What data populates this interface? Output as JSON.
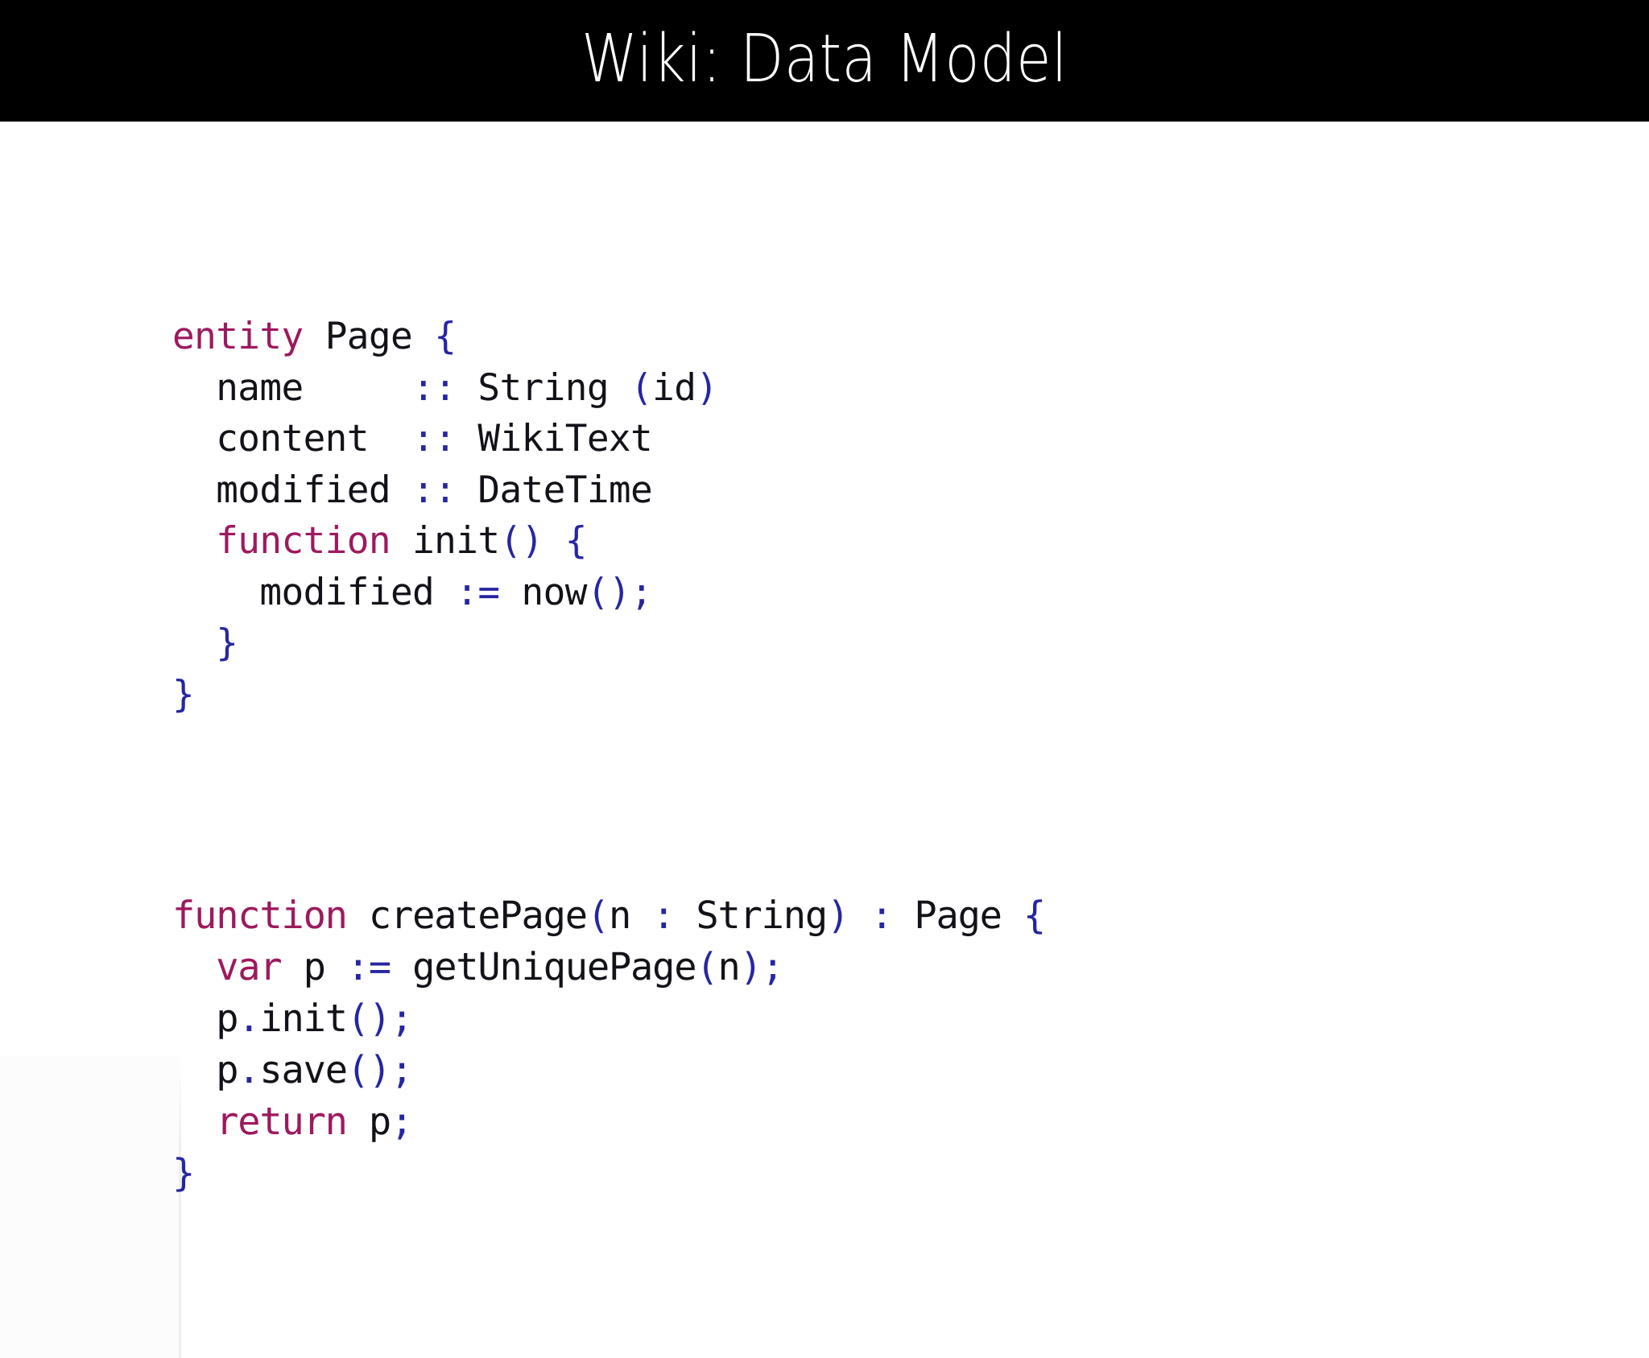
{
  "slide": {
    "title": "Wiki: Data Model",
    "background_color": "#ffffff",
    "title_bar_color": "#000000",
    "title_text_color": "#ffffff"
  },
  "colors": {
    "keyword": "#9d1a5e",
    "identifier": "#121219",
    "punctuation": "#2626a3"
  },
  "code": {
    "entity_block": {
      "lines": [
        {
          "tokens": [
            {
              "t": "entity",
              "c": "kw"
            },
            {
              "t": " ",
              "c": "id"
            },
            {
              "t": "Page",
              "c": "id"
            },
            {
              "t": " ",
              "c": "id"
            },
            {
              "t": "{",
              "c": "punc"
            }
          ]
        },
        {
          "tokens": [
            {
              "t": "  name     ",
              "c": "id"
            },
            {
              "t": "::",
              "c": "punc"
            },
            {
              "t": " String ",
              "c": "id"
            },
            {
              "t": "(",
              "c": "punc"
            },
            {
              "t": "id",
              "c": "id"
            },
            {
              "t": ")",
              "c": "punc"
            }
          ]
        },
        {
          "tokens": [
            {
              "t": "  content  ",
              "c": "id"
            },
            {
              "t": "::",
              "c": "punc"
            },
            {
              "t": " WikiText",
              "c": "id"
            }
          ]
        },
        {
          "tokens": [
            {
              "t": "  modified ",
              "c": "id"
            },
            {
              "t": "::",
              "c": "punc"
            },
            {
              "t": " DateTime",
              "c": "id"
            }
          ]
        },
        {
          "tokens": [
            {
              "t": "  ",
              "c": "id"
            },
            {
              "t": "function",
              "c": "kw"
            },
            {
              "t": " init",
              "c": "id"
            },
            {
              "t": "()",
              "c": "punc"
            },
            {
              "t": " ",
              "c": "id"
            },
            {
              "t": "{",
              "c": "punc"
            }
          ]
        },
        {
          "tokens": [
            {
              "t": "    modified ",
              "c": "id"
            },
            {
              "t": ":=",
              "c": "punc"
            },
            {
              "t": " now",
              "c": "id"
            },
            {
              "t": "();",
              "c": "punc"
            }
          ]
        },
        {
          "tokens": [
            {
              "t": "  ",
              "c": "id"
            },
            {
              "t": "}",
              "c": "punc"
            }
          ]
        },
        {
          "tokens": [
            {
              "t": "}",
              "c": "punc"
            }
          ]
        }
      ]
    },
    "function_block": {
      "lines": [
        {
          "tokens": [
            {
              "t": "function",
              "c": "kw"
            },
            {
              "t": " createPage",
              "c": "id"
            },
            {
              "t": "(",
              "c": "punc"
            },
            {
              "t": "n ",
              "c": "id"
            },
            {
              "t": ":",
              "c": "punc"
            },
            {
              "t": " String",
              "c": "id"
            },
            {
              "t": ")",
              "c": "punc"
            },
            {
              "t": " ",
              "c": "id"
            },
            {
              "t": ":",
              "c": "punc"
            },
            {
              "t": " Page ",
              "c": "id"
            },
            {
              "t": "{",
              "c": "punc"
            }
          ]
        },
        {
          "tokens": [
            {
              "t": "  ",
              "c": "id"
            },
            {
              "t": "var",
              "c": "kw"
            },
            {
              "t": " p ",
              "c": "id"
            },
            {
              "t": ":=",
              "c": "punc"
            },
            {
              "t": " getUniquePage",
              "c": "id"
            },
            {
              "t": "(",
              "c": "punc"
            },
            {
              "t": "n",
              "c": "id"
            },
            {
              "t": ");",
              "c": "punc"
            }
          ]
        },
        {
          "tokens": [
            {
              "t": "  p",
              "c": "id"
            },
            {
              "t": ".",
              "c": "punc"
            },
            {
              "t": "init",
              "c": "id"
            },
            {
              "t": "();",
              "c": "punc"
            }
          ]
        },
        {
          "tokens": [
            {
              "t": "  p",
              "c": "id"
            },
            {
              "t": ".",
              "c": "punc"
            },
            {
              "t": "save",
              "c": "id"
            },
            {
              "t": "();",
              "c": "punc"
            }
          ]
        },
        {
          "tokens": [
            {
              "t": "  ",
              "c": "id"
            },
            {
              "t": "return",
              "c": "kw"
            },
            {
              "t": " p",
              "c": "id"
            },
            {
              "t": ";",
              "c": "punc"
            }
          ]
        },
        {
          "tokens": [
            {
              "t": "}",
              "c": "punc"
            }
          ]
        }
      ]
    }
  }
}
